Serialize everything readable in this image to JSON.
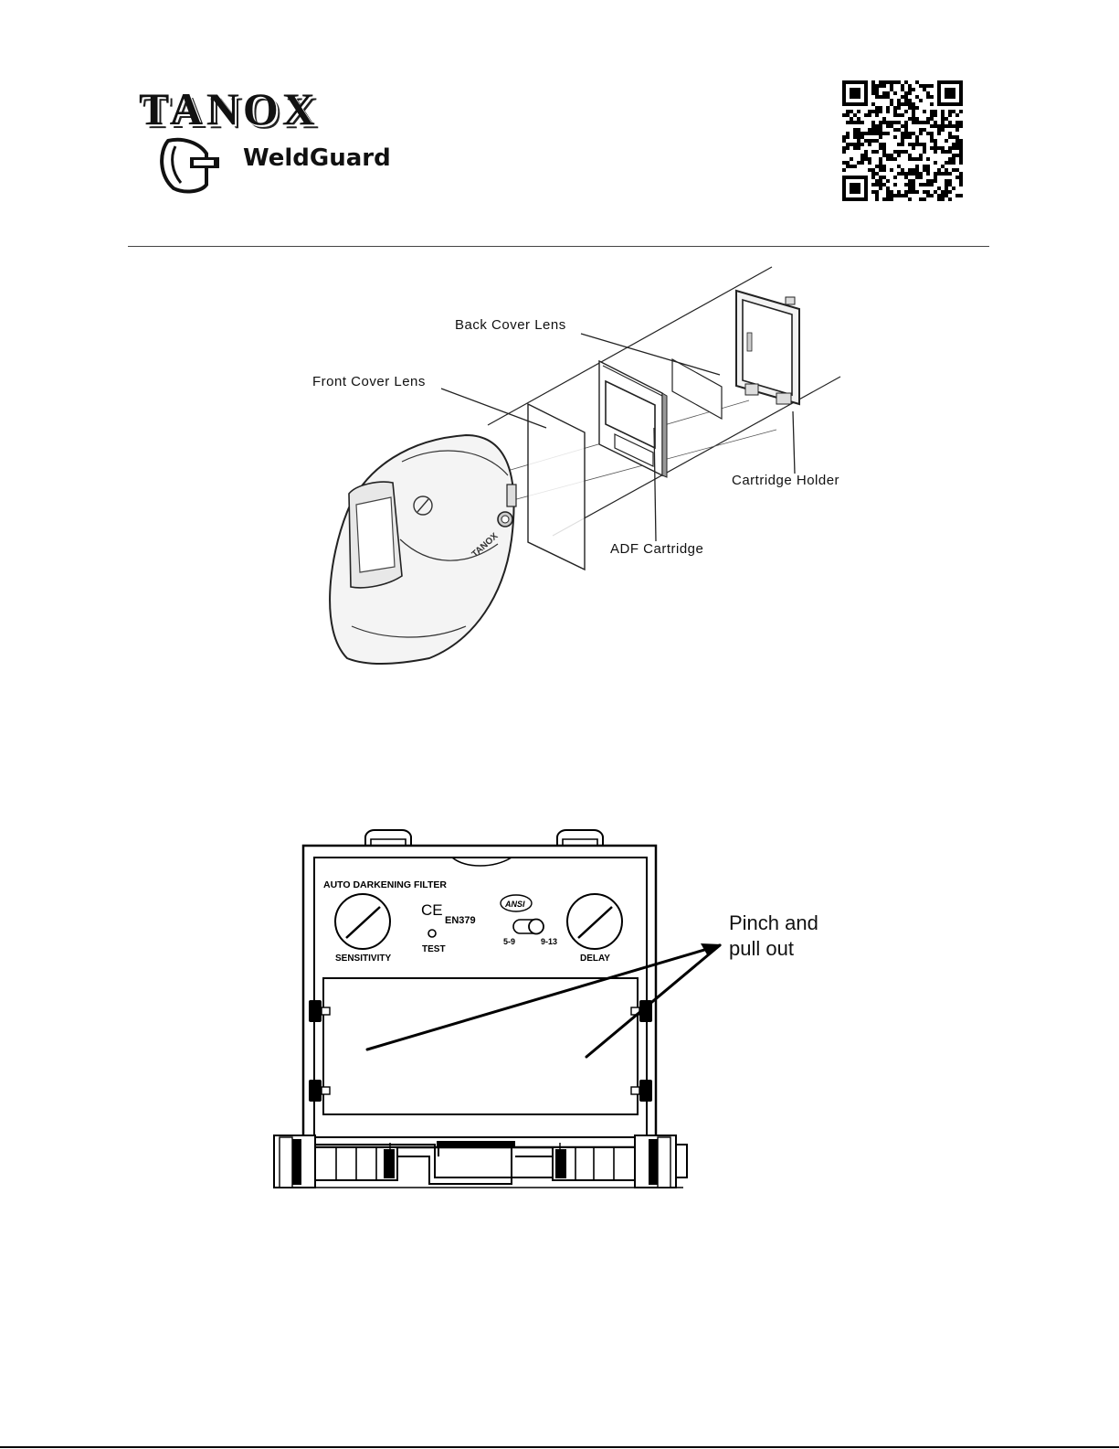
{
  "header": {
    "brand_name": "TANOX",
    "product_name": "WeldGuard",
    "qr_code_icon": "qr-code-icon"
  },
  "exploded_view": {
    "labels": {
      "back_cover_lens": "Back Cover Lens",
      "front_cover_lens": "Front Cover Lens",
      "cartridge_holder": "Cartridge Holder",
      "adf_cartridge": "ADF Cartridge"
    },
    "helmet_brand_mark": "TANOX"
  },
  "filter_diagram": {
    "title": "AUTO DARKENING FILTER",
    "ce_mark": "CE",
    "standard": "EN379",
    "ansi_mark": "ANSI",
    "test_label": "TEST",
    "shade_low": "5-9",
    "shade_high": "9-13",
    "sensitivity_label": "SENSITIVITY",
    "delay_label": "DELAY",
    "instruction_line1": "Pinch and",
    "instruction_line2": "pull out"
  }
}
